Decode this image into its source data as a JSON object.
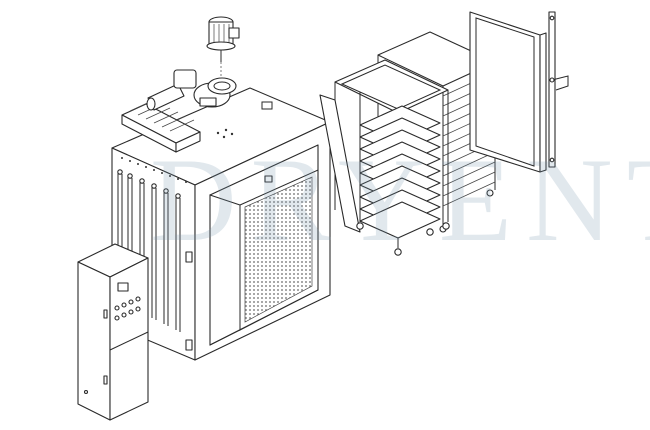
{
  "watermark": {
    "text": "DRYENT",
    "color": "#7896af"
  },
  "diagram": {
    "line_color": "#2a2a2a",
    "background": "#ffffff",
    "components": [
      "fan-motor",
      "heater-duct",
      "oven-cabinet",
      "control-cabinet",
      "tray-trolley",
      "tray-trolley",
      "oven-door"
    ]
  }
}
